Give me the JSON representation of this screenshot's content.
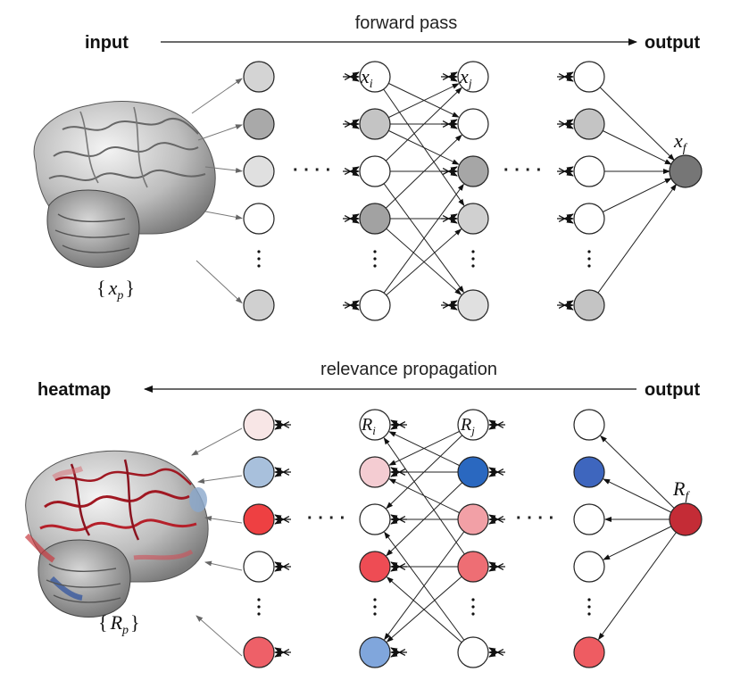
{
  "forward": {
    "input_label": "input",
    "output_label": "output",
    "pass_label": "forward pass",
    "node_i": "x",
    "node_i_sub": "i",
    "node_j": "x",
    "node_j_sub": "j",
    "node_f": "x",
    "node_f_sub": "f",
    "input_set_open": "{",
    "input_set_var": "x",
    "input_set_sub": "p",
    "input_set_close": "}",
    "brain_icon": "brain-gray-icon",
    "layer_colors": [
      [
        "#d4d4d4",
        "#a9a9a9",
        "#e0e0e0",
        "#ffffff",
        "#d0d0d0"
      ],
      [
        "#ffffff",
        "#c4c4c4",
        "#ffffff",
        "#a2a2a2",
        "#ffffff"
      ],
      [
        "#ffffff",
        "#ffffff",
        "#a6a6a6",
        "#d0d0d0",
        "#e0e0e0"
      ],
      [
        "#ffffff",
        "#c4c4c4",
        "#ffffff",
        "#ffffff",
        "#c4c4c4"
      ]
    ],
    "output_color": "#767676"
  },
  "backward": {
    "heatmap_label": "heatmap",
    "output_label": "output",
    "pass_label": "relevance propagation",
    "node_i": "R",
    "node_i_sub": "i",
    "node_j": "R",
    "node_j_sub": "j",
    "node_f": "R",
    "node_f_sub": "f",
    "heatmap_set_open": "{",
    "heatmap_set_var": "R",
    "heatmap_set_sub": "p",
    "heatmap_set_close": "}",
    "brain_icon": "brain-heatmap-icon",
    "layer_colors": [
      [
        "#f8e6e6",
        "#a8c0dc",
        "#ee4042",
        "#ffffff",
        "#ee6068"
      ],
      [
        "#ffffff",
        "#f4ccd2",
        "#ffffff",
        "#ee4c54",
        "#80a6dc"
      ],
      [
        "#ffffff",
        "#2a68c0",
        "#f2a0a6",
        "#ee6e74",
        "#ffffff"
      ],
      [
        "#ffffff",
        "#3e66be",
        "#ffffff",
        "#ffffff",
        "#ee5c62"
      ]
    ],
    "output_color": "#c42c36"
  },
  "ellipsis": "· · · ·"
}
